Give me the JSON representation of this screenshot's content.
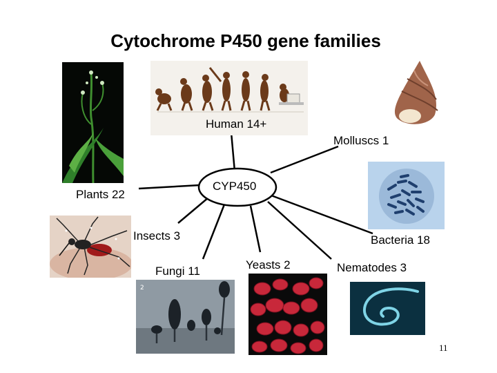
{
  "slide": {
    "title": "Cytochrome P450 gene families",
    "page_number": "11"
  },
  "diagram": {
    "center": {
      "label": "CYP450"
    },
    "organisms": {
      "human": {
        "label": "Human 14+"
      },
      "molluscs": {
        "label": "Molluscs 1"
      },
      "plants": {
        "label": "Plants 22"
      },
      "insects": {
        "label": "Insects 3"
      },
      "bacteria": {
        "label": "Bacteria 18"
      },
      "fungi": {
        "label": "Fungi 11"
      },
      "yeasts": {
        "label": "Yeasts 2"
      },
      "nematodes": {
        "label": "Nematodes 3"
      }
    }
  },
  "images": [
    {
      "name": "plant-photo",
      "depicts": "flowering plant"
    },
    {
      "name": "human-evolution-illustration",
      "depicts": "human evolution"
    },
    {
      "name": "snail-shell-photo",
      "depicts": "snail shell"
    },
    {
      "name": "mosquito-photo",
      "depicts": "mosquito on skin"
    },
    {
      "name": "bacteria-micrograph",
      "depicts": "bacteria"
    },
    {
      "name": "fungi-micrograph",
      "depicts": "fungi"
    },
    {
      "name": "yeast-micrograph",
      "depicts": "yeast cells"
    },
    {
      "name": "nematode-micrograph",
      "depicts": "nematode"
    }
  ],
  "colors": {
    "line": "#000000",
    "plant_green": "#2f7f2a",
    "yeast_red": "#c8283a",
    "bacteria_blue": "#1f3f6e",
    "nematode_cyan": "#7fd4e6"
  }
}
